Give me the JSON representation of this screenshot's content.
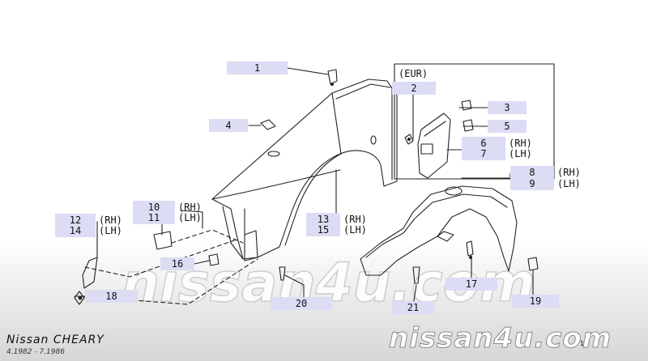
{
  "labels": {
    "p1": "1",
    "p2": "2",
    "p3": "3",
    "p4": "4",
    "p5": "5",
    "p6": "6",
    "p7": "7",
    "p8": "8",
    "p9": "9",
    "p10": "10",
    "p11": "11",
    "p12": "12",
    "p13": "13",
    "p14": "14",
    "p15": "15",
    "p16": "16",
    "p17": "17",
    "p18": "18",
    "p19": "19",
    "p20": "20",
    "p21": "21"
  },
  "sides": {
    "rh": "(RH)",
    "lh": "(LH)"
  },
  "inset_title": "(EUR)",
  "watermark": "nissan4u.com",
  "brand": {
    "model": "Nissan CHEARY",
    "years": "4.1982 - 7.1986",
    "site": "nissan4u.com"
  },
  "page_marker": "1",
  "colors": {
    "label_bg": "#dcdcf4",
    "line": "#222222"
  }
}
